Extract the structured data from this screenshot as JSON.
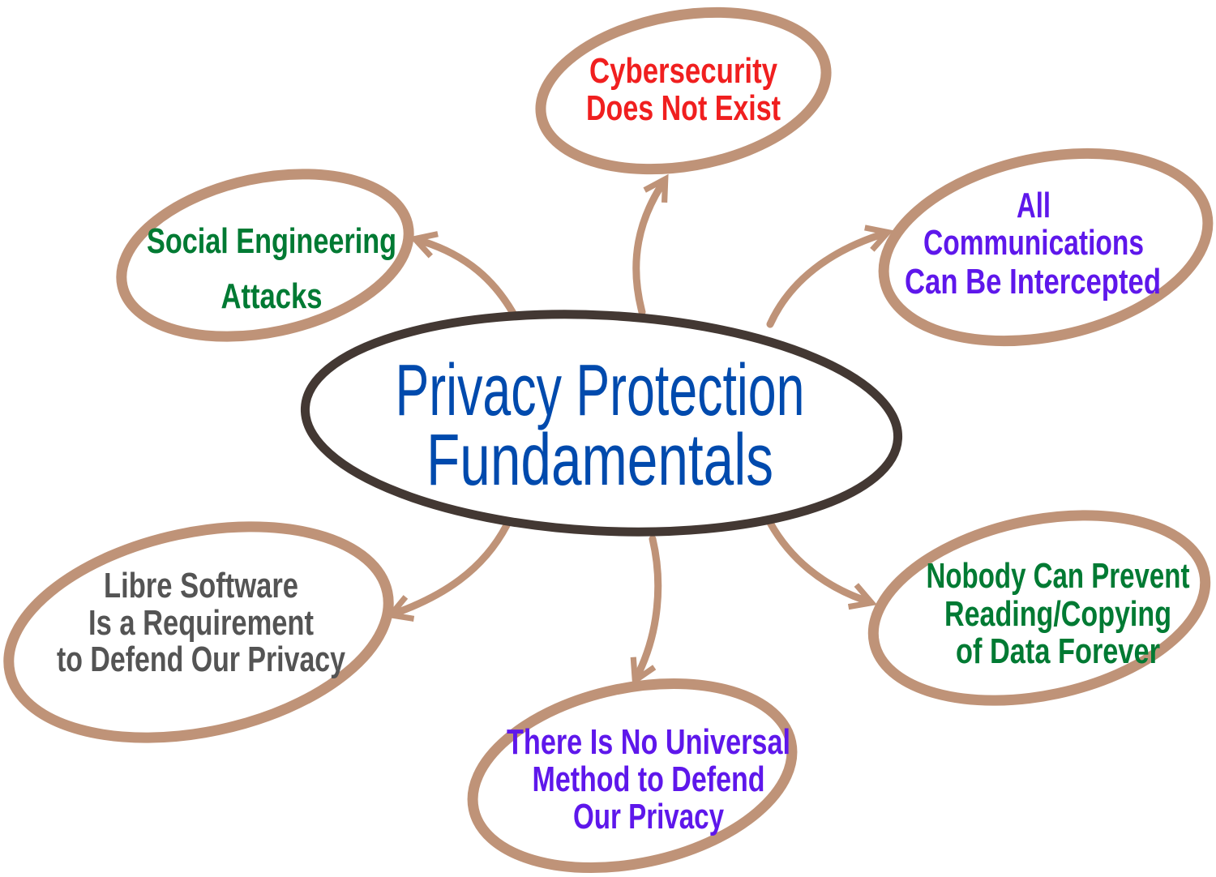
{
  "colors": {
    "outline_center": "#433833",
    "outline_node": "#bf9378",
    "title": "#004aad",
    "red": "#f01f1f",
    "purple": "#5e17eb",
    "green": "#007a33",
    "gray": "#545454"
  },
  "center": {
    "lines": [
      "Privacy Protection",
      "Fundamentals"
    ]
  },
  "nodes": {
    "cybersecurity": {
      "lines": [
        "Cybersecurity",
        "Does Not Exist"
      ]
    },
    "social": {
      "lines": [
        "Social Engineering",
        "Attacks"
      ]
    },
    "communications": {
      "lines": [
        "All",
        "Communications",
        "Can Be Intercepted"
      ]
    },
    "libre": {
      "lines": [
        "Libre Software",
        "Is a Requirement",
        "to Defend Our Privacy"
      ]
    },
    "nobody": {
      "lines": [
        "Nobody Can Prevent",
        "Reading/Copying",
        "of Data Forever"
      ]
    },
    "universal": {
      "lines": [
        "There Is No Universal",
        "Method to Defend",
        "Our Privacy"
      ]
    }
  }
}
